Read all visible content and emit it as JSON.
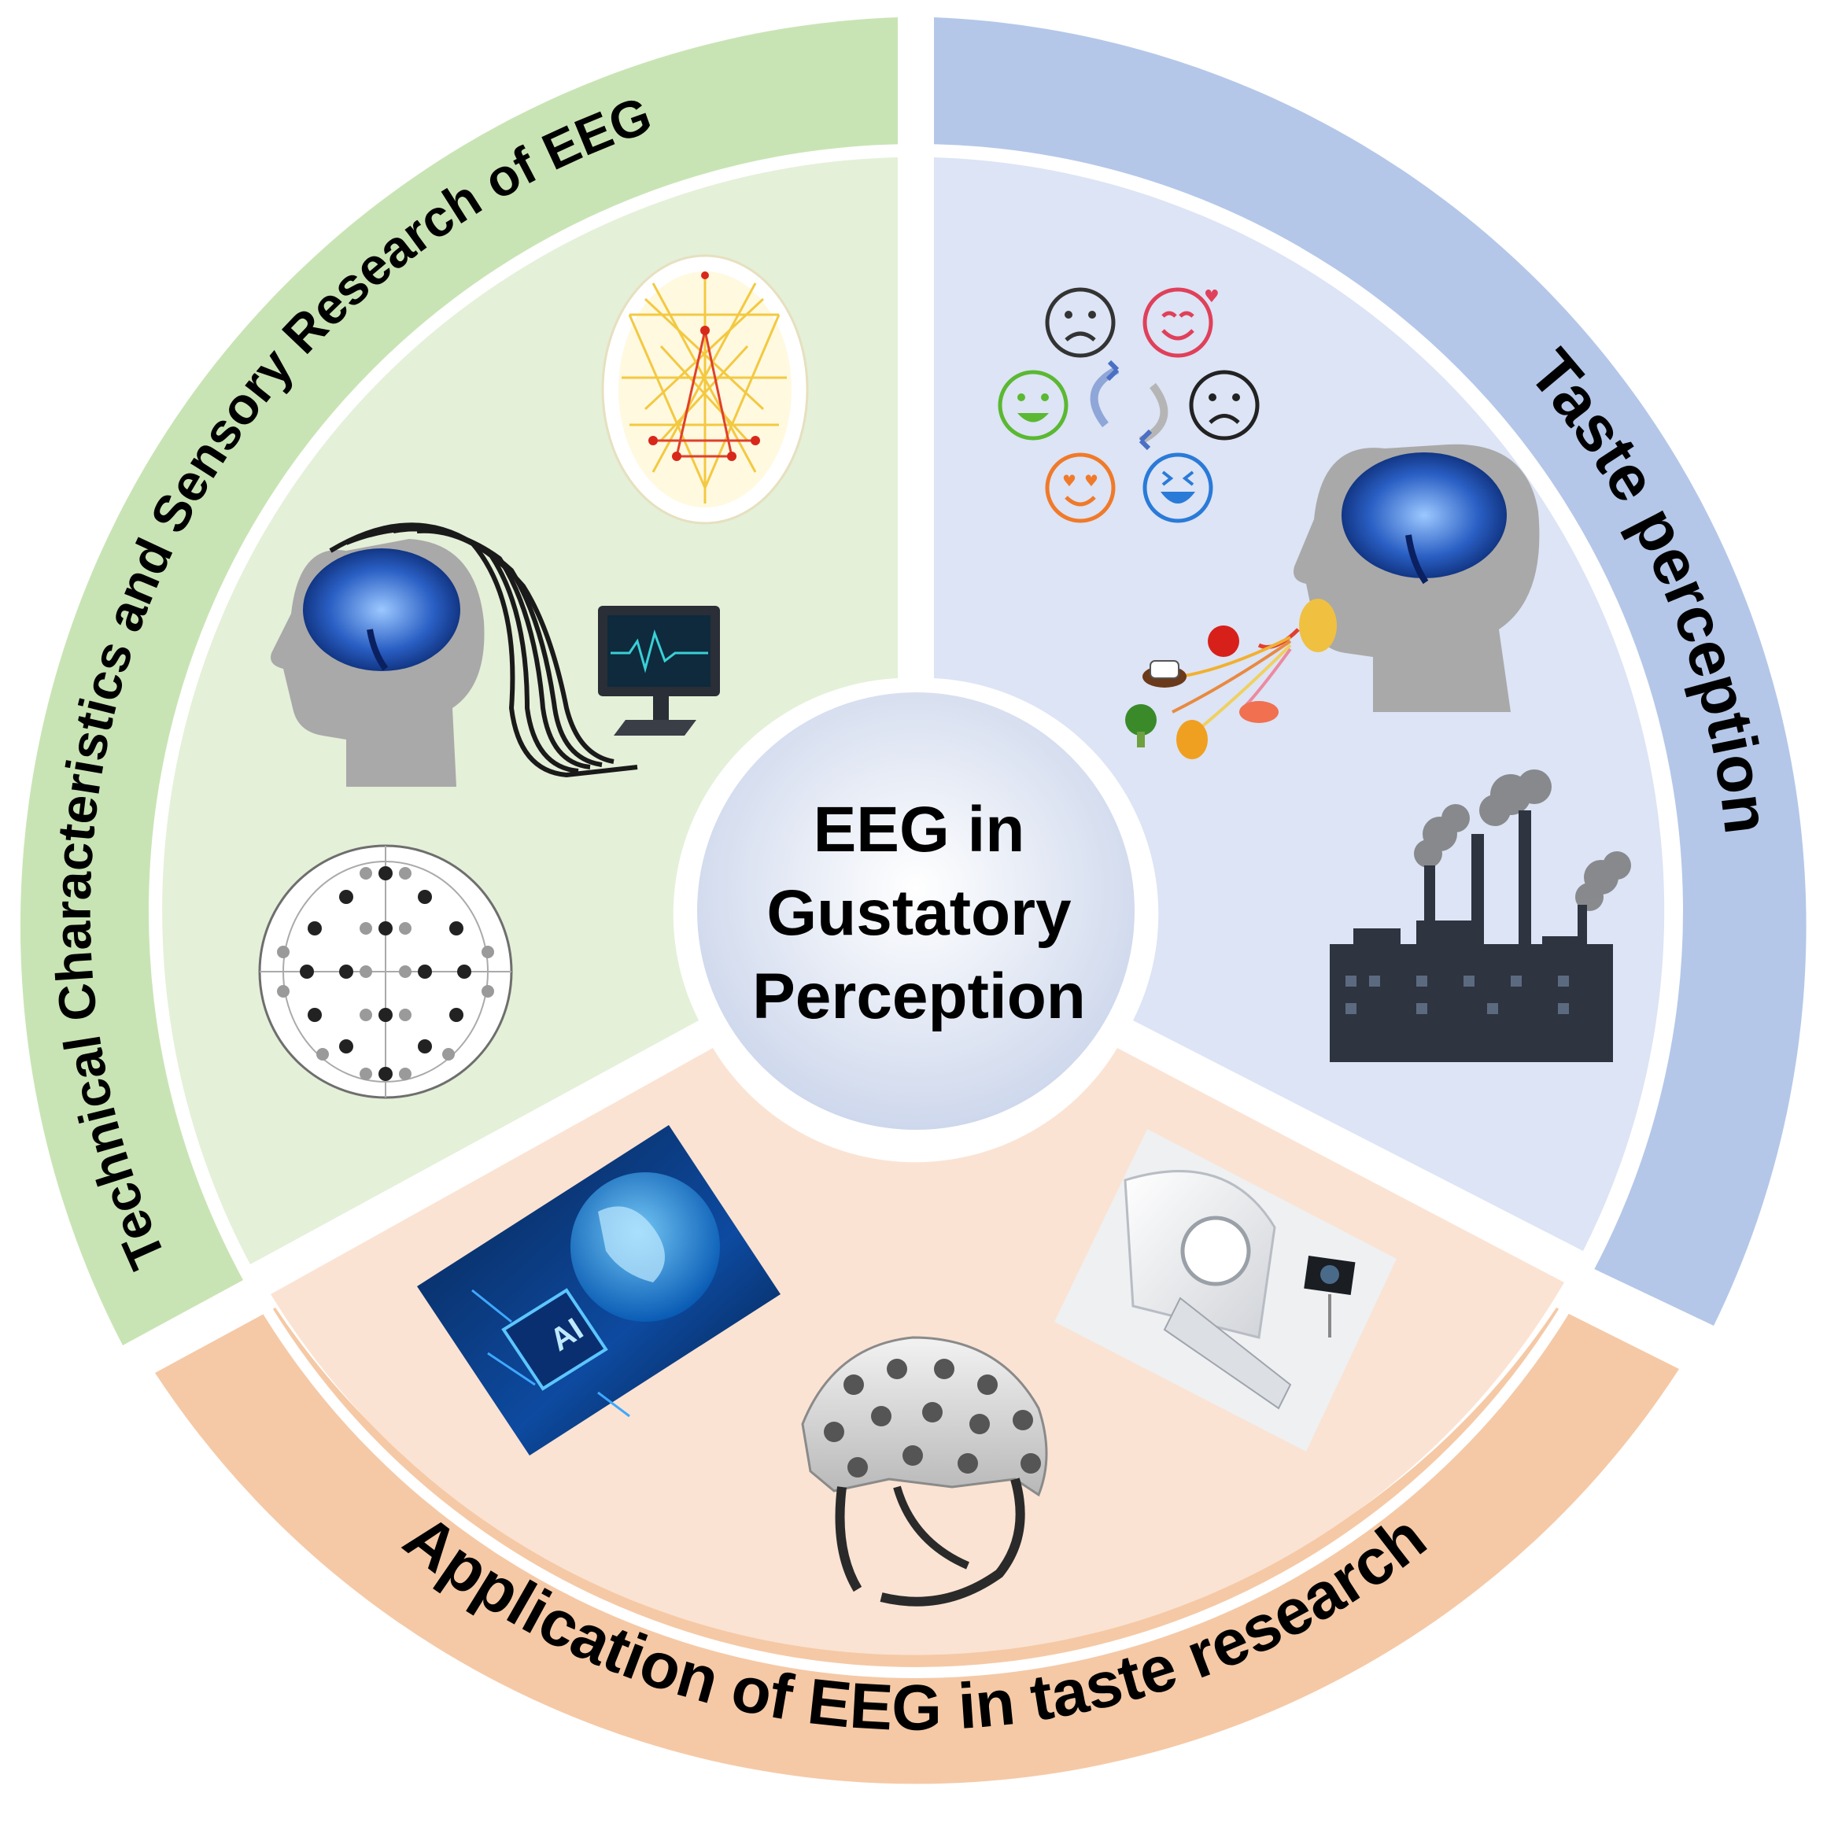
{
  "center": {
    "title_lines": [
      "EEG in",
      "Gustatory",
      "Perception"
    ]
  },
  "segments": [
    {
      "id": "technical",
      "label": "Technical Characteristics and Sensory Research of EEG",
      "outer_color": "#c9e4b4",
      "inner_color": "#e4f0d8",
      "icons": [
        "brain-network-icon",
        "eeg-head-recording-icon",
        "electrode-cap-layout-icon"
      ]
    },
    {
      "id": "taste",
      "label": "Taste perception",
      "outer_color": "#b4c7e8",
      "inner_color": "#dce4f5",
      "icons": [
        "emotion-faces-cycle-icon",
        "taste-head-food-icon",
        "factory-icon"
      ]
    },
    {
      "id": "application",
      "label": "Application of EEG in taste research",
      "outer_color": "#f5c9a6",
      "inner_color": "#fbe3d3",
      "icons": [
        "ai-globe-chip-icon",
        "eeg-helmet-icon",
        "mri-scanner-icon"
      ]
    }
  ]
}
